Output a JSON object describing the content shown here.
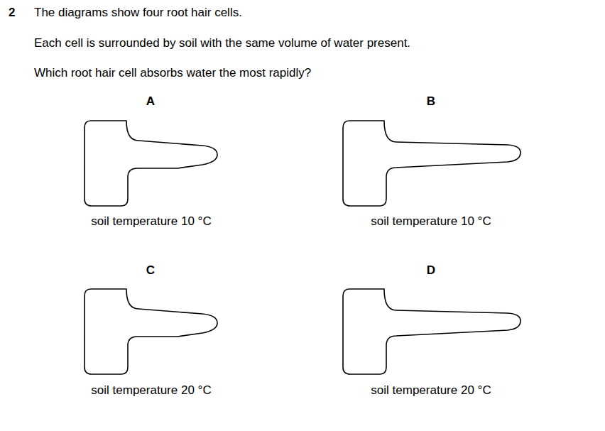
{
  "diagram": {
    "labels": [
      "2",
      "The diagrams show four root hair cells.",
      "Each cell is surrounded by soil with the same volume of water present.",
      "Which root hair cell absorbs water the most rapidly?",
      "A",
      "soil temperature 10 °C",
      "B",
      "soil temperature 10 °C",
      "C",
      "soil temperature 20 °C",
      "D",
      "soil temperature 20 °C"
    ]
  }
}
